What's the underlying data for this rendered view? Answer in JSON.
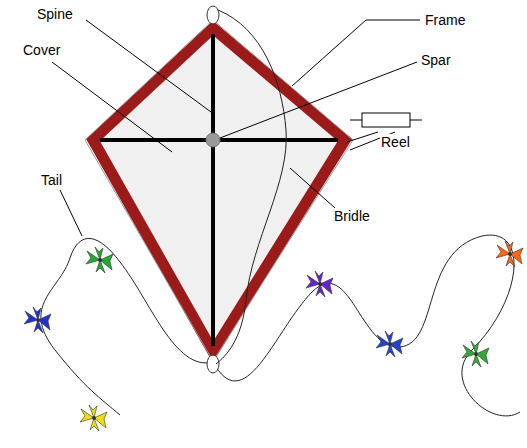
{
  "diagram": {
    "labels": [
      "Spine",
      "Frame",
      "Cover",
      "Spar",
      "Reel",
      "Tail",
      "Bridle"
    ]
  }
}
